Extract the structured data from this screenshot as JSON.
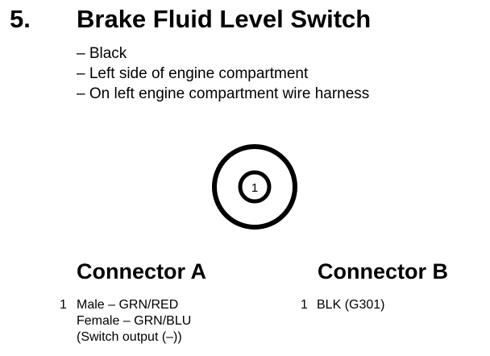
{
  "section": {
    "number": "5.",
    "title": "Brake Fluid Level Switch"
  },
  "notes": [
    "– Black",
    "– Left side of engine compartment",
    "– On left engine compartment wire harness"
  ],
  "connector_graphic": {
    "pin_label": "1"
  },
  "connector_a": {
    "heading": "Connector A",
    "pin": "1",
    "lines": [
      "Male – GRN/RED",
      "Female – GRN/BLU",
      "(Switch output (–))"
    ]
  },
  "connector_b": {
    "heading": "Connector B",
    "pin": "1",
    "lines": [
      "BLK (G301)"
    ]
  }
}
